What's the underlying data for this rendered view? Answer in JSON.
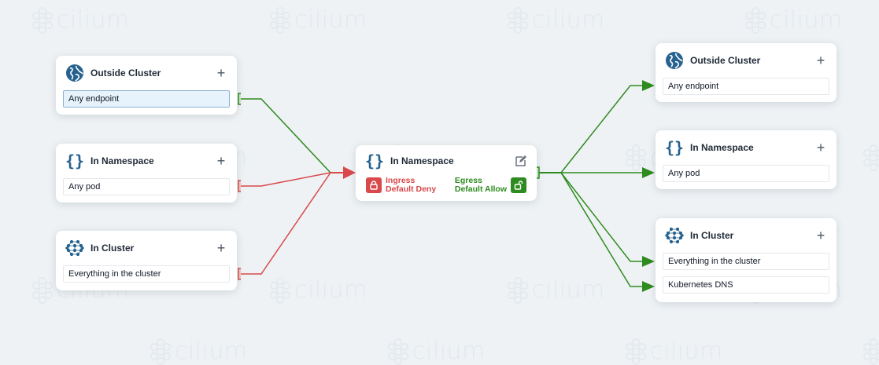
{
  "watermark": {
    "text": "cilium"
  },
  "colors": {
    "background": "#eef2f4",
    "allow": "#2e8b1f",
    "deny": "#d9484b",
    "icon_blue": "#27628f",
    "selected_row_bg": "#e6f2fc"
  },
  "ingress_sources": [
    {
      "title": "Outside Cluster",
      "icon": "globe-icon",
      "add_label": "+",
      "rows": [
        {
          "label": "Any endpoint",
          "selected": true,
          "edge": "allow"
        }
      ]
    },
    {
      "title": "In Namespace",
      "icon": "braces-icon",
      "add_label": "+",
      "rows": [
        {
          "label": "Any pod",
          "selected": false,
          "edge": "deny"
        }
      ]
    },
    {
      "title": "In Cluster",
      "icon": "cluster-icon",
      "add_label": "+",
      "rows": [
        {
          "label": "Everything in the cluster",
          "selected": false,
          "edge": "deny"
        }
      ]
    }
  ],
  "center": {
    "title": "In Namespace",
    "icon": "braces-icon",
    "edit_icon": "edit-icon",
    "ingress": {
      "line1": "Ingress",
      "line2": "Default Deny",
      "icon": "lock-closed-icon"
    },
    "egress": {
      "line1": "Egress",
      "line2": "Default Allow",
      "icon": "lock-open-icon"
    }
  },
  "egress_destinations": [
    {
      "title": "Outside Cluster",
      "icon": "globe-icon",
      "add_label": "+",
      "rows": [
        {
          "label": "Any endpoint",
          "edge": "allow"
        }
      ]
    },
    {
      "title": "In Namespace",
      "icon": "braces-icon",
      "add_label": "+",
      "rows": [
        {
          "label": "Any pod",
          "edge": "allow"
        }
      ]
    },
    {
      "title": "In Cluster",
      "icon": "cluster-icon",
      "add_label": "+",
      "rows": [
        {
          "label": "Everything in the cluster",
          "edge": "allow"
        },
        {
          "label": "Kubernetes DNS",
          "edge": "allow"
        }
      ]
    }
  ]
}
